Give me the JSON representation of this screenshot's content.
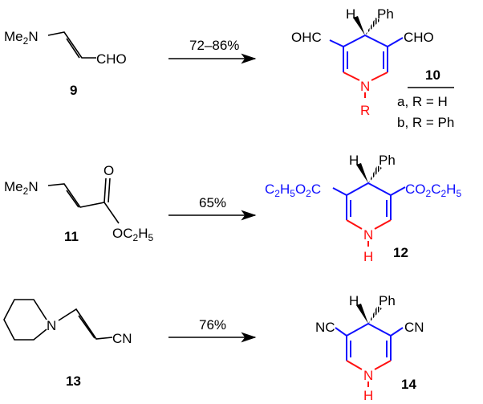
{
  "scheme": {
    "reactions": [
      {
        "reactant": {
          "label": "9",
          "amine": "Me2N",
          "group": "CHO"
        },
        "yield": "72–86%",
        "product": {
          "label": "10",
          "top_left": "H",
          "top_right": "Ph",
          "left": "OHC",
          "right": "CHO",
          "ring_n": "N",
          "n_sub": "R",
          "variants": [
            "a, R = H",
            "b, R = Ph"
          ]
        }
      },
      {
        "reactant": {
          "label": "11",
          "amine": "Me2N",
          "carbonyl_o": "O",
          "group": "OC2H5"
        },
        "yield": "65%",
        "product": {
          "label": "12",
          "top_left": "H",
          "top_right": "Ph",
          "left": "C2H5O2C",
          "right": "CO2C2H5",
          "ring_n": "N",
          "n_sub": "H"
        }
      },
      {
        "reactant": {
          "label": "13",
          "amine": "N",
          "group": "CN"
        },
        "yield": "76%",
        "product": {
          "label": "14",
          "top_left": "H",
          "top_right": "Ph",
          "left": "NC",
          "right": "CN",
          "ring_n": "N",
          "n_sub": "H"
        }
      }
    ]
  },
  "colors": {
    "ring_carbon": "#1010ff",
    "ring_nitrogen": "#ff1010"
  }
}
